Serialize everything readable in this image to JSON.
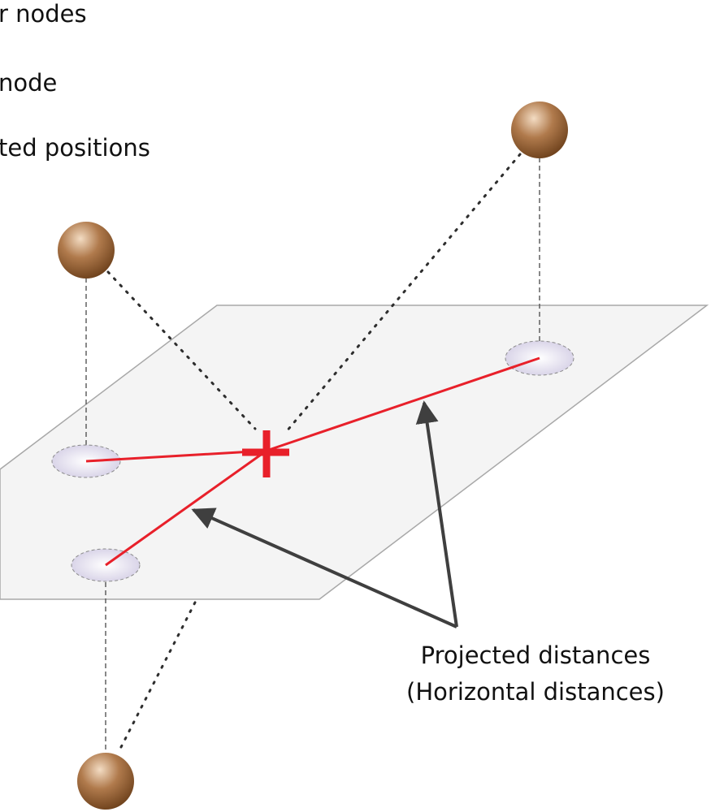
{
  "legend": {
    "item1": "r nodes",
    "item2": "node",
    "item3": "ted positions"
  },
  "annotation": {
    "line1": "Projected distances",
    "line2": "(Horizontal distances)"
  },
  "colors": {
    "plane_fill": "#f4f4f4",
    "plane_stroke": "#a8a8a8",
    "projected_line": "#e8202a",
    "center_marker": "#e8202a",
    "arrow": "#3f3f3f",
    "sphere_light": "#f3dcc3",
    "sphere_mid": "#b07a4c",
    "sphere_dark": "#6a3e19",
    "ellipse_fill": "#dcd8ea",
    "dotted_line": "#2e2e2e",
    "dashed_line": "#555555"
  },
  "icons": {
    "node": "sphere",
    "projection": "ellipse",
    "estimate": "cross"
  }
}
